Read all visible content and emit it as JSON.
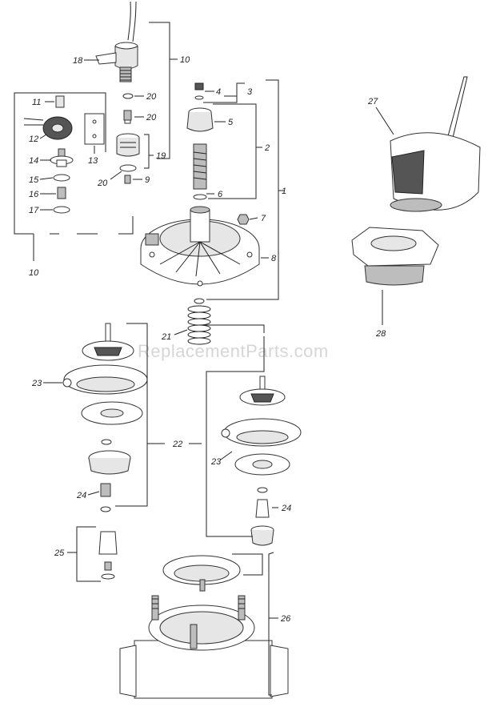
{
  "watermark": "ReplacementParts.com",
  "callouts": {
    "c1": "1",
    "c2": "2",
    "c3": "3",
    "c4": "4",
    "c5": "5",
    "c6": "6",
    "c7": "7",
    "c8": "8",
    "c9": "9",
    "c10a": "10",
    "c10b": "10",
    "c11": "11",
    "c12": "12",
    "c13": "13",
    "c14": "14",
    "c15": "15",
    "c16": "16",
    "c17": "17",
    "c18": "18",
    "c19": "19",
    "c20a": "20",
    "c20b": "20",
    "c20c": "20",
    "c21": "21",
    "c22": "22",
    "c23a": "23",
    "c23b": "23",
    "c24a": "24",
    "c24b": "24",
    "c25": "25",
    "c26": "26",
    "c27": "27",
    "c28": "28"
  },
  "colors": {
    "line": "#222222",
    "shade": "#bdbdbd",
    "watermark": "#d6d6d6"
  }
}
